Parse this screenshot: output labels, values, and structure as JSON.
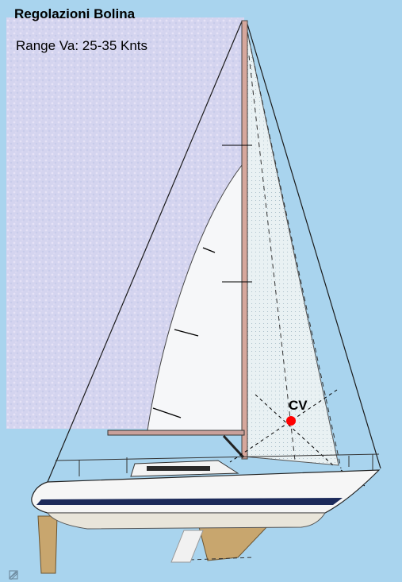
{
  "title": "Regolazioni Bolina",
  "subtitle": "Range Va: 25-35 Knts",
  "cv_label": "CV",
  "colors": {
    "sky": "#a9d4ee",
    "mottle": "#d7d6f0",
    "sail": "#f5f7f9",
    "jib": "#e8f1f4",
    "hull": "#f7f7f7",
    "keel": "#c8a66e",
    "boom": "#c9a09a",
    "cv_dot": "#ff0000"
  },
  "icons": [
    "undo-icon",
    "page-icon",
    "pencil-icon"
  ]
}
